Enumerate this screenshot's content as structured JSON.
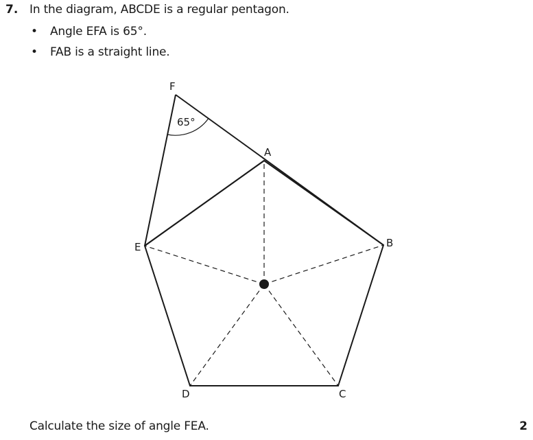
{
  "question": {
    "number": "7.",
    "stem": "In the diagram, ABCDE is a regular pentagon.",
    "bullets": [
      {
        "marker": "•",
        "text": "Angle EFA is 65°."
      },
      {
        "marker": "•",
        "text": "FAB is a straight line."
      }
    ],
    "prompt": "Calculate the size of angle FEA.",
    "marks": "2"
  },
  "diagram": {
    "labels": {
      "F": "F",
      "A": "A",
      "B": "B",
      "C": "C",
      "D": "D",
      "E": "E",
      "angle": "65°"
    },
    "line_color": "#1a1a1a"
  }
}
